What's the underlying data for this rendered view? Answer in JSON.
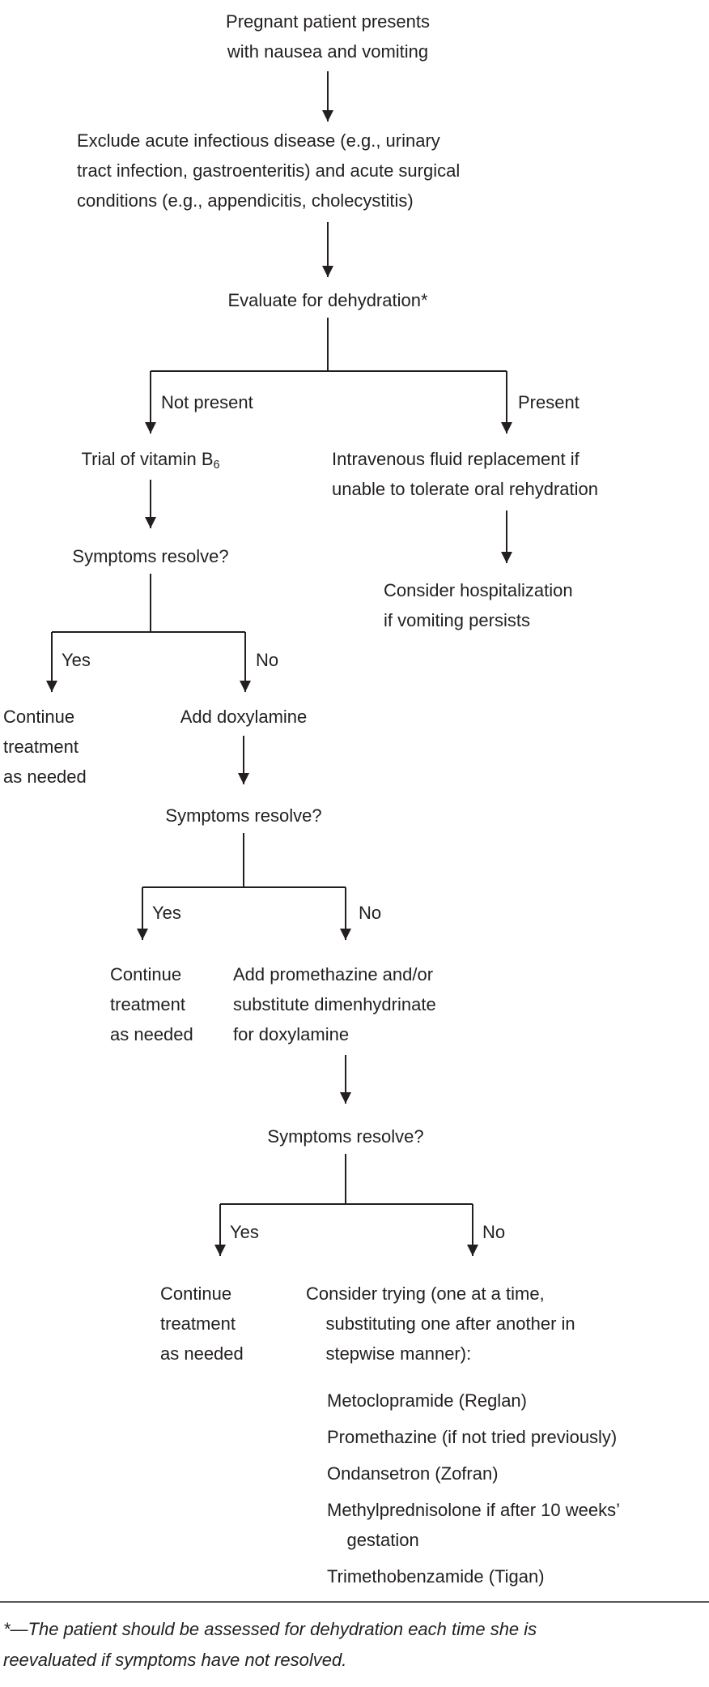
{
  "flowchart": {
    "start": "Pregnant patient presents\nwith nausea and vomiting",
    "exclude": "Exclude acute infectious disease (e.g., urinary\ntract infection, gastroenteritis) and acute surgical\nconditions (e.g., appendicitis, cholecystitis)",
    "evaluate": "Evaluate for dehydration*",
    "not_present": "Not present",
    "present": "Present",
    "vitamin_b6": {
      "text": "Trial of vitamin B",
      "sub": "6"
    },
    "iv_fluids": "Intravenous fluid replacement if\nunable to tolerate oral rehydration",
    "symptoms_resolve": "Symptoms resolve?",
    "hospitalization": "Consider hospitalization\nif vomiting persists",
    "yes": "Yes",
    "no": "No",
    "continue_treatment": "Continue\ntreatment\nas needed",
    "add_doxylamine": "Add doxylamine",
    "add_promethazine": "Add promethazine and/or\nsubstitute dimenhydrinate\nfor doxylamine",
    "consider_trying": "Consider trying (one at a time,\n    substituting one after another in\n    stepwise manner):",
    "options": [
      "Metoclopramide (Reglan)",
      "Promethazine (if not tried previously)",
      "Ondansetron (Zofran)",
      "Methylprednisolone if after 10 weeks’\n    gestation",
      "Trimethobenzamide (Tigan)"
    ],
    "footnote": "*—The patient should be assessed for dehydration each time she is\nreevaluated if symptoms have not resolved.",
    "line_color": "#231f20"
  }
}
